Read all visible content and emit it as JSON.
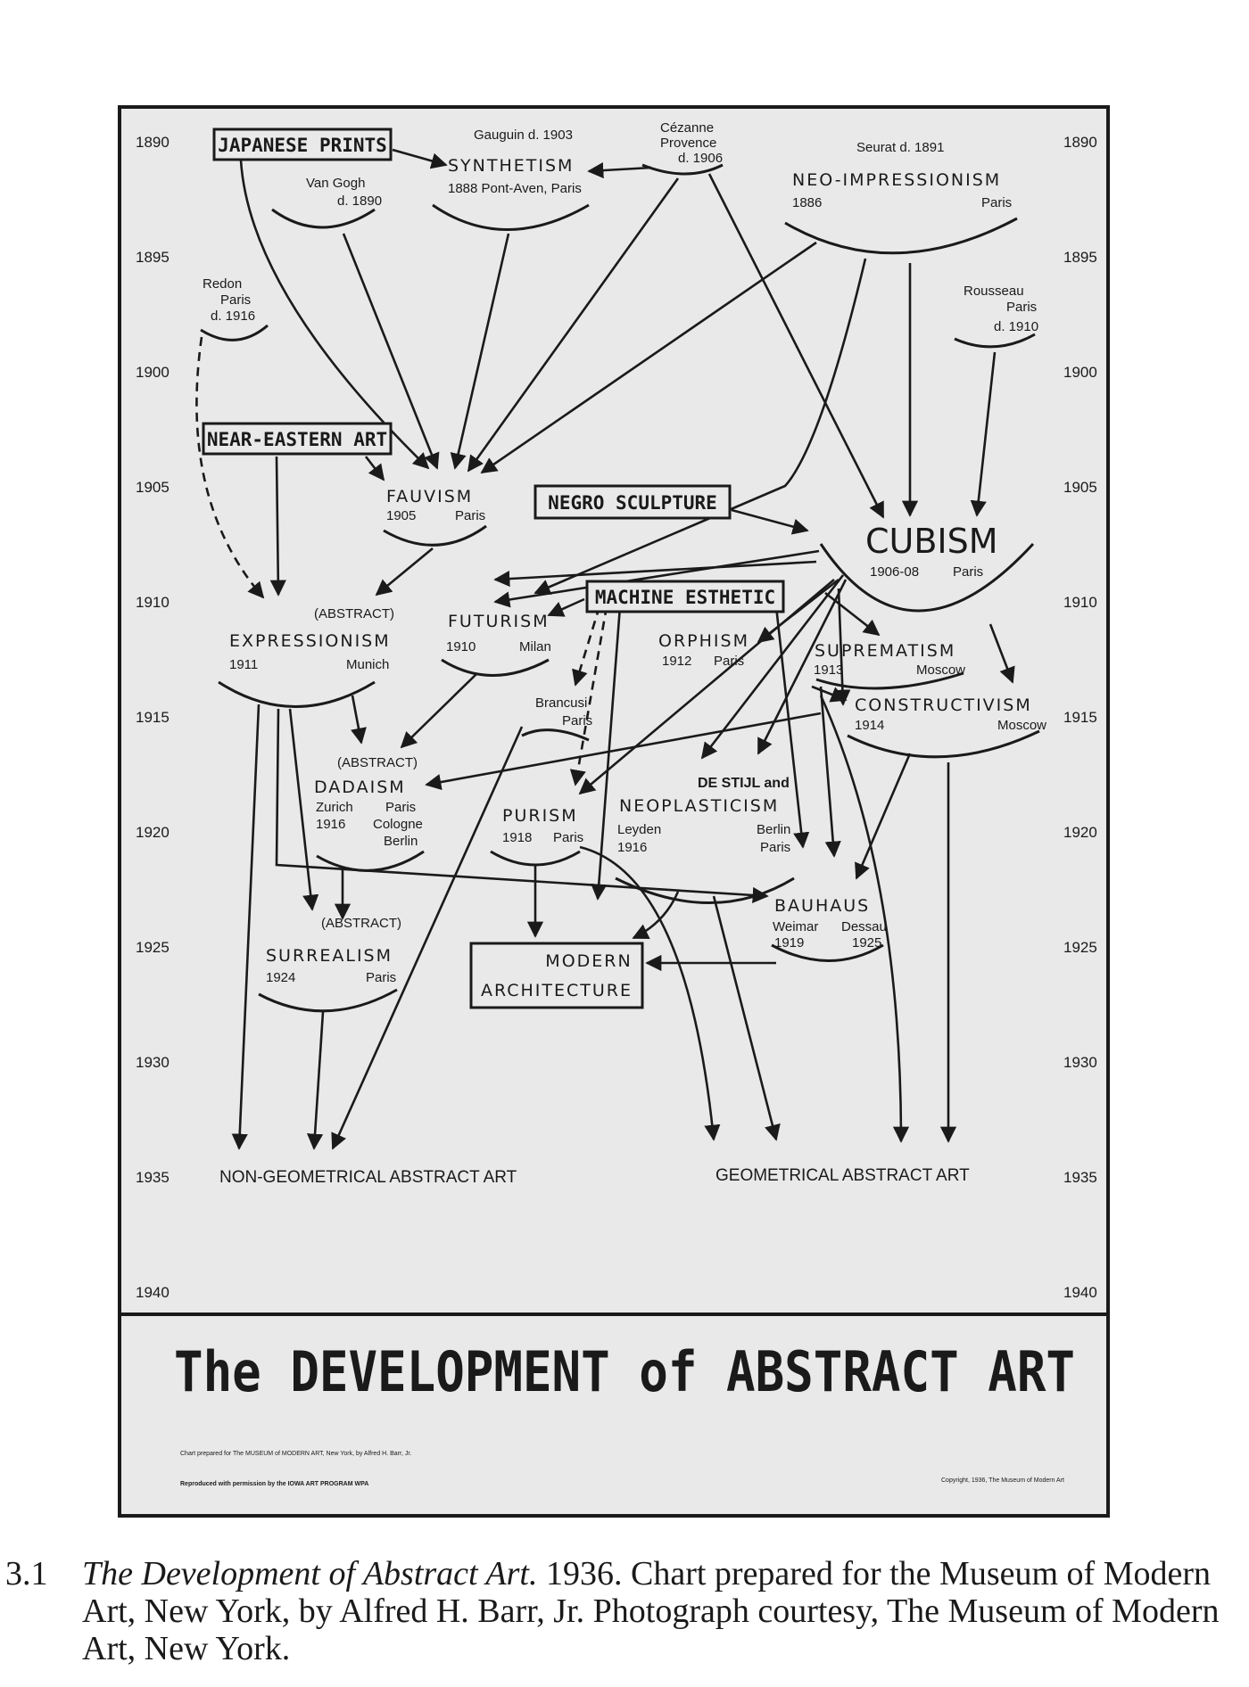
{
  "years_left": [
    "1890",
    "1895",
    "1900",
    "1905",
    "1910",
    "1915",
    "1920",
    "1925",
    "1930",
    "1935",
    "1940"
  ],
  "years_right": [
    "1890",
    "1895",
    "1900",
    "1905",
    "1910",
    "1915",
    "1920",
    "1925",
    "1930",
    "1935",
    "1940"
  ],
  "boxes": {
    "japanese_prints": "JAPANESE PRINTS",
    "near_eastern_art": "NEAR-EASTERN ART",
    "negro_sculpture": "NEGRO SCULPTURE",
    "machine_esthetic": "MACHINE ESTHETIC",
    "modern_architecture_1": "MODERN",
    "modern_architecture_2": "ARCHITECTURE"
  },
  "nodes": {
    "gauguin": "Gauguin d. 1903",
    "synthetism": "SYNTHETISM",
    "synthetism_sub": "1888 Pont-Aven, Paris",
    "cezanne_1": "Cézanne",
    "cezanne_2": "Provence",
    "cezanne_3": "d. 1906",
    "seurat": "Seurat d. 1891",
    "neo_impressionism": "NEO-IMPRESSIONISM",
    "neo_year": "1886",
    "neo_city": "Paris",
    "vangogh_1": "Van Gogh",
    "vangogh_2": "d. 1890",
    "redon_1": "Redon",
    "redon_2": "Paris",
    "redon_3": "d. 1916",
    "rousseau_1": "Rousseau",
    "rousseau_2": "Paris",
    "rousseau_3": "d. 1910",
    "fauvism": "FAUVISM",
    "fauvism_year": "1905",
    "fauvism_city": "Paris",
    "cubism": "CUBISM",
    "cubism_year": "1906-08",
    "cubism_city": "Paris",
    "expressionism_pre": "(ABSTRACT)",
    "expressionism": "EXPRESSIONISM",
    "expressionism_year": "1911",
    "expressionism_city": "Munich",
    "futurism": "FUTURISM",
    "futurism_year": "1910",
    "futurism_city": "Milan",
    "orphism": "ORPHISM",
    "orphism_year": "1912",
    "orphism_city": "Paris",
    "suprematism": "SUPREMATISM",
    "suprematism_year": "1913",
    "suprematism_city": "Moscow",
    "constructivism": "CONSTRUCTIVISM",
    "constructivism_year": "1914",
    "constructivism_city": "Moscow",
    "brancusi_1": "Brancusi",
    "brancusi_2": "Paris",
    "dadaism_pre": "(ABSTRACT)",
    "dadaism": "DADAISM",
    "dadaism_cities_1": "Zurich",
    "dadaism_year": "1916",
    "dadaism_cities_2": "Paris",
    "dadaism_cities_3": "Cologne",
    "dadaism_cities_4": "Berlin",
    "purism": "PURISM",
    "purism_year": "1918",
    "purism_city": "Paris",
    "destijl_1": "DE STIJL and",
    "destijl_2": "NEOPLASTICISM",
    "destijl_city_1": "Leyden",
    "destijl_year": "1916",
    "destijl_city_2": "Berlin",
    "destijl_city_3": "Paris",
    "bauhaus": "BAUHAUS",
    "bauhaus_city_1": "Weimar",
    "bauhaus_year_1": "1919",
    "bauhaus_city_2": "Dessau",
    "bauhaus_year_2": "1925",
    "surrealism_pre": "(ABSTRACT)",
    "surrealism": "SURREALISM",
    "surrealism_year": "1924",
    "surrealism_city": "Paris"
  },
  "outcomes": {
    "non_geometrical": "NON-GEOMETRICAL ABSTRACT ART",
    "geometrical": "GEOMETRICAL ABSTRACT ART"
  },
  "title": "The DEVELOPMENT of ABSTRACT ART",
  "credits": {
    "prepared": "Chart prepared for The MUSEUM of MODERN ART, New York, by Alfred H. Barr, Jr.",
    "reproduced": "Reproduced with permission by the IOWA ART PROGRAM WPA",
    "copyright": "Copyright, 1936, The Museum of Modern Art"
  },
  "caption": {
    "number": "3.1",
    "title": "The Development of Abstract Art.",
    "text": " 1936. Chart prepared for the Museum of Modern Art, New York, by Alfred H. Barr, Jr. Photograph courtesy, The Museum of Modern Art, New York."
  }
}
